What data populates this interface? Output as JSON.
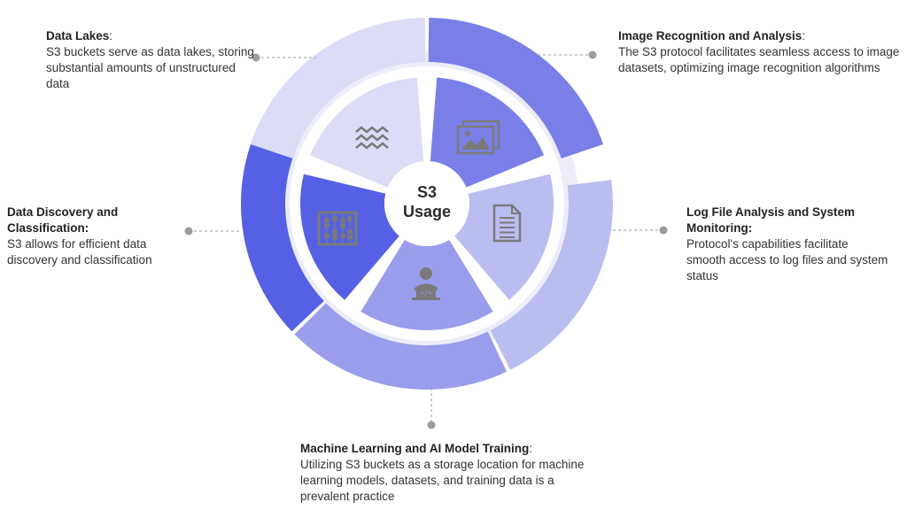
{
  "center": {
    "line1": "S3",
    "line2": "Usage"
  },
  "colors": {
    "image_outer": "#7a7fe8",
    "image_inner": "#7a7fe8",
    "log_outer": "#babdf0",
    "log_inner": "#babdf0",
    "ml_outer": "#9a9deb",
    "ml_inner": "#9a9deb",
    "discovery_outer": "#5560e4",
    "discovery_inner": "#5560e4",
    "lakes_outer": "#dcdcf7",
    "lakes_inner": "#dcdcf7",
    "ring_gap": "#ededf9",
    "icon": "#7a7a7a",
    "leader": "#9c9c9c"
  },
  "segments": {
    "image": {
      "icon": "image-gallery-icon",
      "title": "Image Recognition and Analysis",
      "suffix": ":",
      "body": "The S3 protocol facilitates seamless access to image datasets, optimizing image recognition algorithms"
    },
    "log": {
      "icon": "document-icon",
      "title": "Log File Analysis and System Monitoring:",
      "suffix": "",
      "body": "Protocol's capabilities facilitate smooth access to log files and system status"
    },
    "ml": {
      "icon": "user-laptop-icon",
      "title": "Machine Learning and AI Model Training",
      "suffix": ":",
      "body": "Utilizing S3 buckets as a storage location for machine learning models, datasets, and training data is a prevalent practice"
    },
    "discovery": {
      "icon": "abacus-icon",
      "title": "Data Discovery and Classification:",
      "suffix": "",
      "body": "S3 allows for efficient data discovery and classification"
    },
    "lakes": {
      "icon": "waves-icon",
      "title": "Data Lakes",
      "suffix": ":",
      "body": "S3 buckets serve as data lakes, storing substantial amounts of unstructured data"
    }
  }
}
